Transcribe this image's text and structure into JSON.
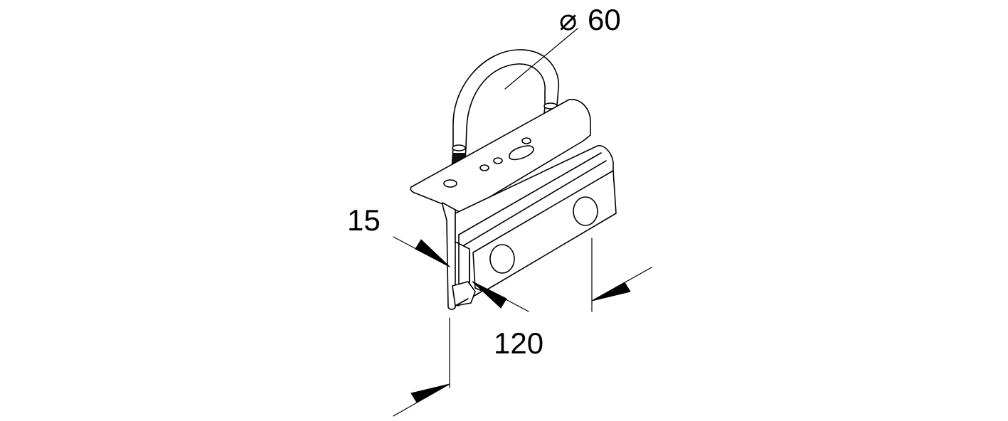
{
  "dimensions": {
    "diameter_symbol": "⌀",
    "diameter_value": "60",
    "thickness": "15",
    "length": "120"
  },
  "colors": {
    "line": "#000000",
    "background": "#ffffff"
  }
}
